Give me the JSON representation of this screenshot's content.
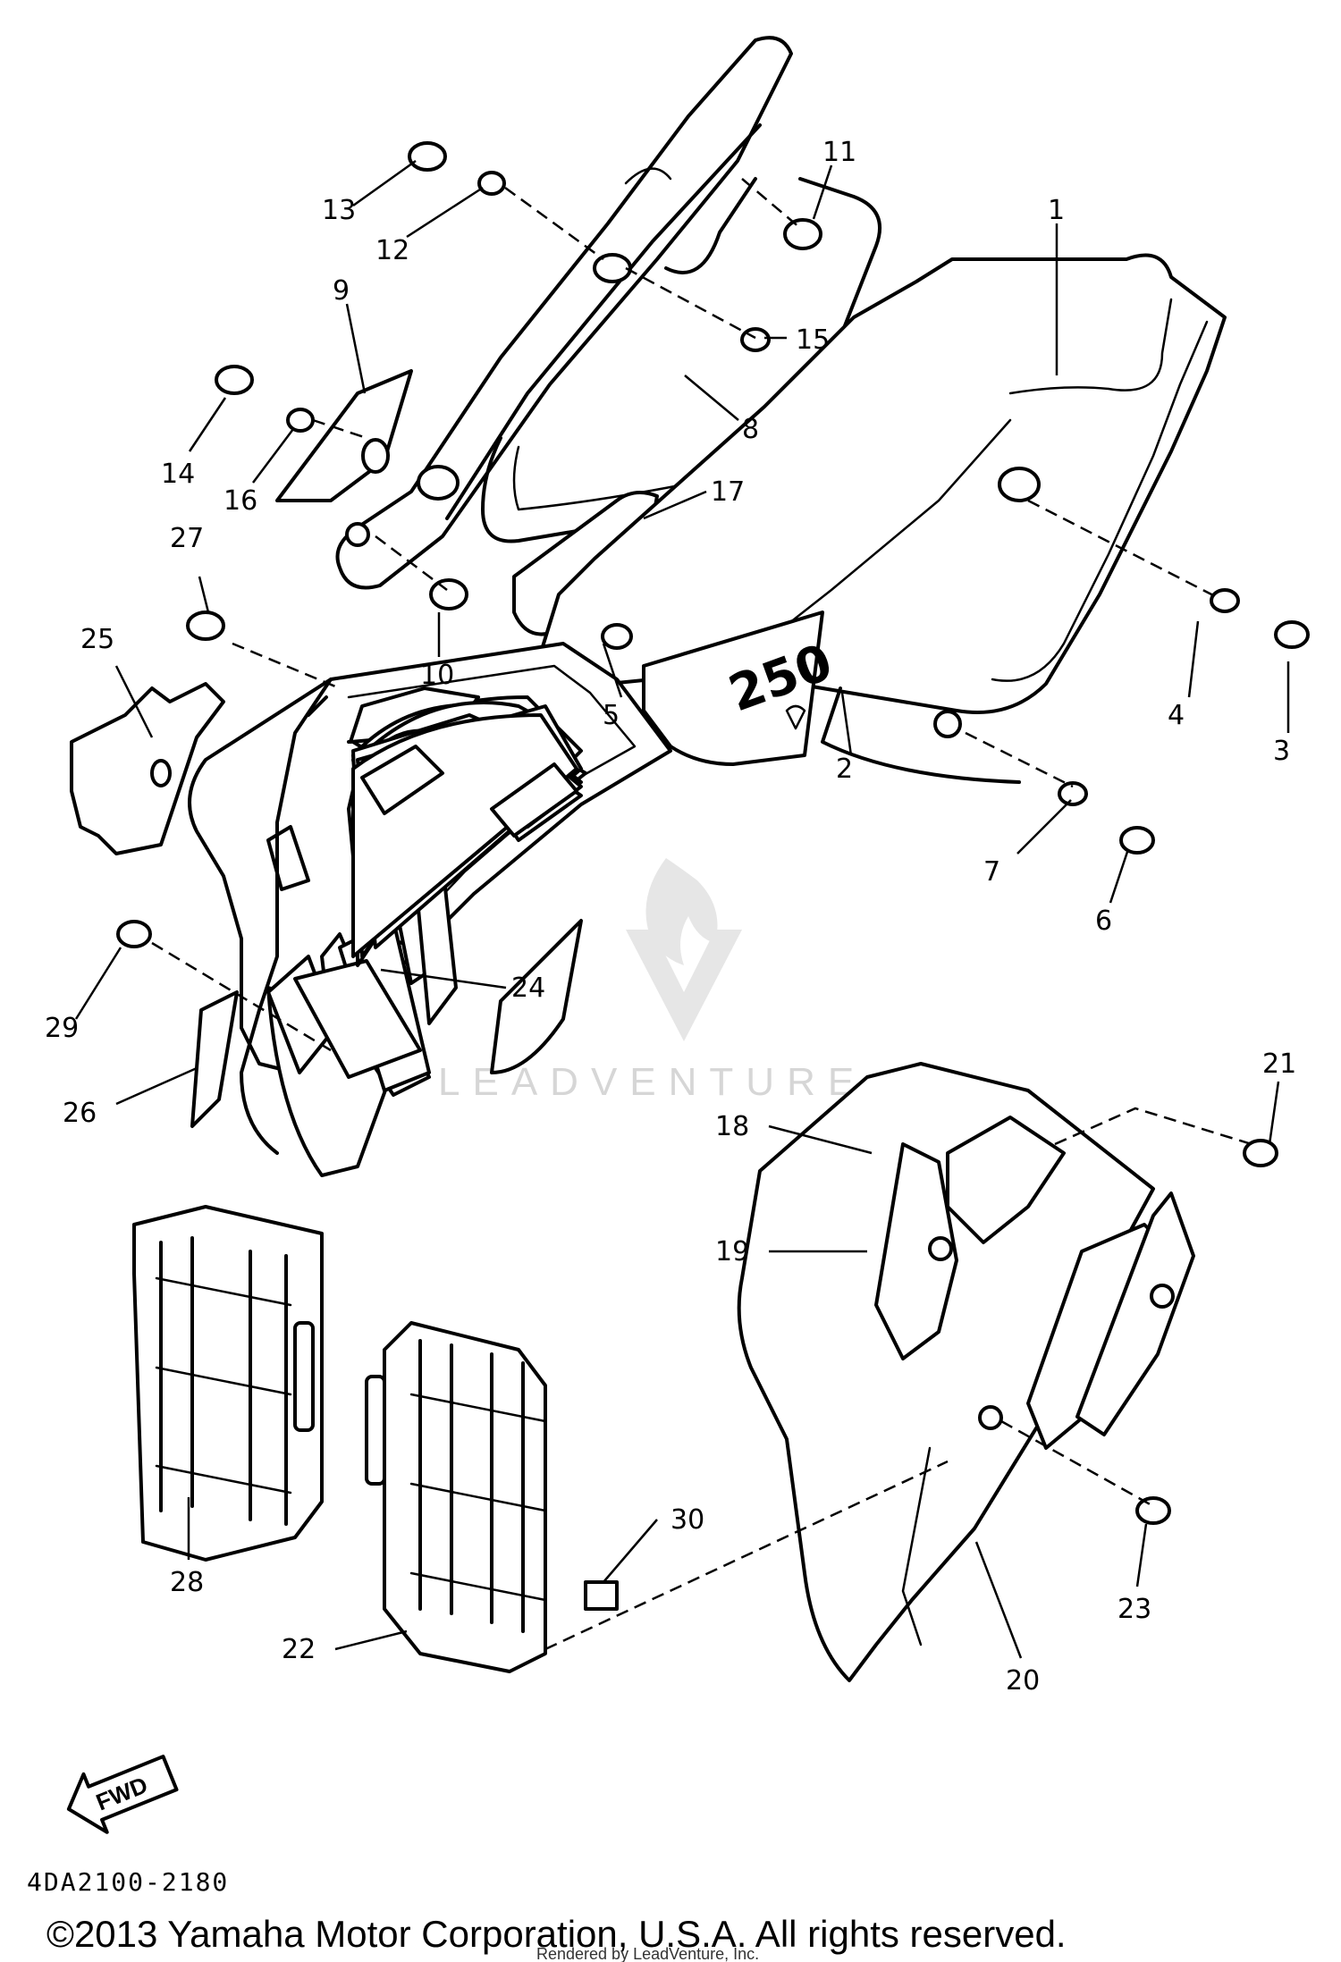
{
  "callouts": [
    {
      "num": "1"
    },
    {
      "num": "2"
    },
    {
      "num": "3"
    },
    {
      "num": "4"
    },
    {
      "num": "5"
    },
    {
      "num": "6"
    },
    {
      "num": "7"
    },
    {
      "num": "8"
    },
    {
      "num": "9"
    },
    {
      "num": "10"
    },
    {
      "num": "11"
    },
    {
      "num": "12"
    },
    {
      "num": "13"
    },
    {
      "num": "14"
    },
    {
      "num": "15"
    },
    {
      "num": "16"
    },
    {
      "num": "17"
    },
    {
      "num": "18"
    },
    {
      "num": "19"
    },
    {
      "num": "20"
    },
    {
      "num": "21"
    },
    {
      "num": "22"
    },
    {
      "num": "23"
    },
    {
      "num": "24"
    },
    {
      "num": "25"
    },
    {
      "num": "26"
    },
    {
      "num": "27"
    },
    {
      "num": "28"
    },
    {
      "num": "29"
    },
    {
      "num": "30"
    }
  ],
  "side_cover_decal": "250",
  "fwd_arrow_label": "FWD",
  "diagram_ref": "4DA2100-2180",
  "watermark": "LEADVENTURE",
  "copyright": "©2013 Yamaha Motor Corporation, U.S.A. All rights reserved.",
  "rendered_by": "Rendered by LeadVenture, Inc."
}
